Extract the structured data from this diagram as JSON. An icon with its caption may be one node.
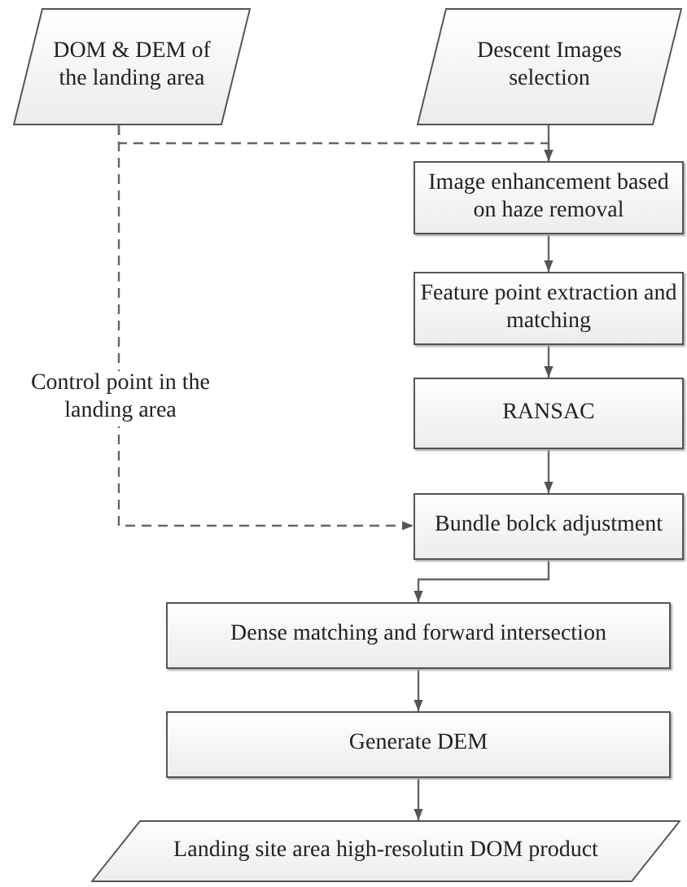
{
  "diagram": {
    "nodes": [
      {
        "text": [
          "DOM & DEM of the landing area"
        ]
      },
      {
        "text": [
          "Descent Images selection"
        ]
      },
      {
        "text": [
          "Image enhancement based on haze removal"
        ]
      },
      {
        "text": [
          "Feature point extraction and matching"
        ]
      },
      {
        "text": [
          "RANSAC"
        ]
      },
      {
        "text": [
          "Bundle bolck adjustment"
        ]
      },
      {
        "text": [
          "Dense matching and forward intersection"
        ]
      },
      {
        "text": [
          "Generate DEM"
        ]
      },
      {
        "text": [
          "Landing site area high-resolutin DOM product"
        ]
      }
    ],
    "edges": [
      {
        "from": 1,
        "to": 2,
        "arrow": "to"
      },
      {
        "from": 0,
        "to": 2,
        "arrow": "to",
        "style": "dashed"
      },
      {
        "from": 0,
        "to": 5,
        "arrow": "to",
        "style": "dashed",
        "label": "Control point in the landing area"
      },
      {
        "from": 2,
        "to": 3,
        "arrow": "to"
      },
      {
        "from": 3,
        "to": 4,
        "arrow": "to"
      },
      {
        "from": 4,
        "to": 5,
        "arrow": "to"
      },
      {
        "from": 5,
        "to": 6,
        "arrow": "to"
      },
      {
        "from": 6,
        "to": 7,
        "arrow": "to"
      },
      {
        "from": 7,
        "to": 8,
        "arrow": "to"
      }
    ]
  }
}
